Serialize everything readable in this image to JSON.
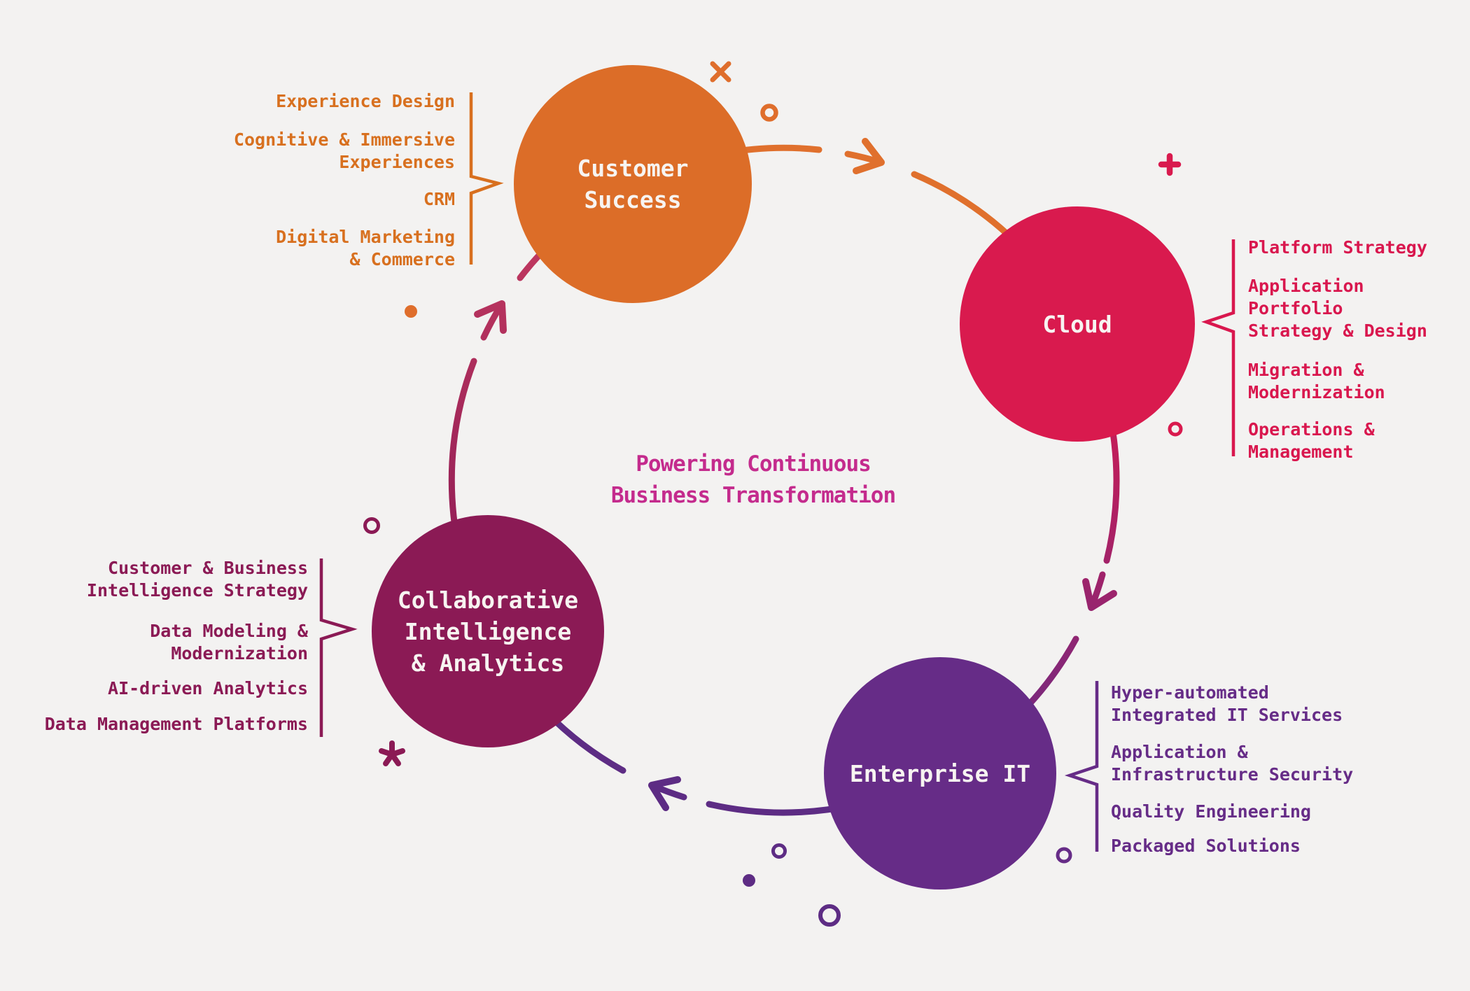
{
  "title": {
    "text": "Powering Continuous\nBusiness Transformation",
    "color": "#C42B8D"
  },
  "nodes": {
    "customer_success": {
      "label": "Customer\nSuccess",
      "color": "#DC6D28"
    },
    "cloud": {
      "label": "Cloud",
      "color": "#D91A4E"
    },
    "enterprise_it": {
      "label": "Enterprise IT",
      "color": "#662C87"
    },
    "collaborative": {
      "label": "Collaborative\nIntelligence\n& Analytics",
      "color": "#8B1A55"
    }
  },
  "lists": {
    "customer_success": {
      "items": [
        "Experience Design",
        "Cognitive & Immersive\nExperiences",
        "CRM",
        "Digital Marketing\n& Commerce"
      ]
    },
    "cloud": {
      "items": [
        "Platform Strategy",
        "Application\nPortfolio\nStrategy & Design",
        "Migration &\nModernization",
        "Operations &\nManagement"
      ]
    },
    "enterprise_it": {
      "items": [
        "Hyper-automated\nIntegrated IT Services",
        "Application &\nInfrastructure Security",
        "Quality Engineering",
        "Packaged Solutions"
      ]
    },
    "collaborative": {
      "items": [
        "Customer & Business\nIntelligence Strategy",
        "Data Modeling &\nModernization",
        "AI-driven Analytics",
        "Data Management Platforms"
      ]
    }
  },
  "colors": {
    "background": "#F3F2F1",
    "orange": "#DC6D28",
    "crimson": "#D91A4E",
    "purple": "#662C87",
    "maroon": "#8B1A55",
    "magenta": "#C42B8D",
    "arc_purple": "#5D2C84",
    "circle_label_text": "#F7F4F1"
  }
}
